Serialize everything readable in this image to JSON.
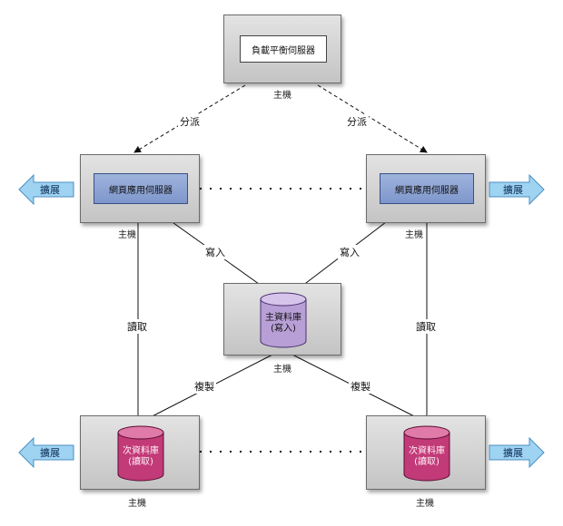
{
  "load_balancer": {
    "label": "負載平衡伺服器",
    "host_label": "主機"
  },
  "web_servers": [
    {
      "label": "網頁應用伺服器",
      "host_label": "主機"
    },
    {
      "label": "網頁應用伺服器",
      "host_label": "主機"
    }
  ],
  "primary_db": {
    "line1": "主資料庫",
    "line2": "(寫入)",
    "host_label": "主機"
  },
  "secondary_dbs": [
    {
      "line1": "次資料庫",
      "line2": "(讀取)",
      "host_label": "主機"
    },
    {
      "line1": "次資料庫",
      "line2": "(讀取)",
      "host_label": "主機"
    }
  ],
  "edges": {
    "dispatch_left": "分派",
    "dispatch_right": "分派",
    "write_left": "寫入",
    "write_right": "寫入",
    "read_left": "讀取",
    "read_right": "讀取",
    "replicate_left": "複製",
    "replicate_right": "複製"
  },
  "expand": {
    "web_left": "擴展",
    "web_right": "擴展",
    "db_left": "擴展",
    "db_right": "擴展"
  },
  "colors": {
    "web_server_fill": "#8ea3d4",
    "primary_db_fill": "#b89fd6",
    "secondary_db_fill": "#c23a78",
    "expand_arrow_fill": "#9fd3f2"
  }
}
